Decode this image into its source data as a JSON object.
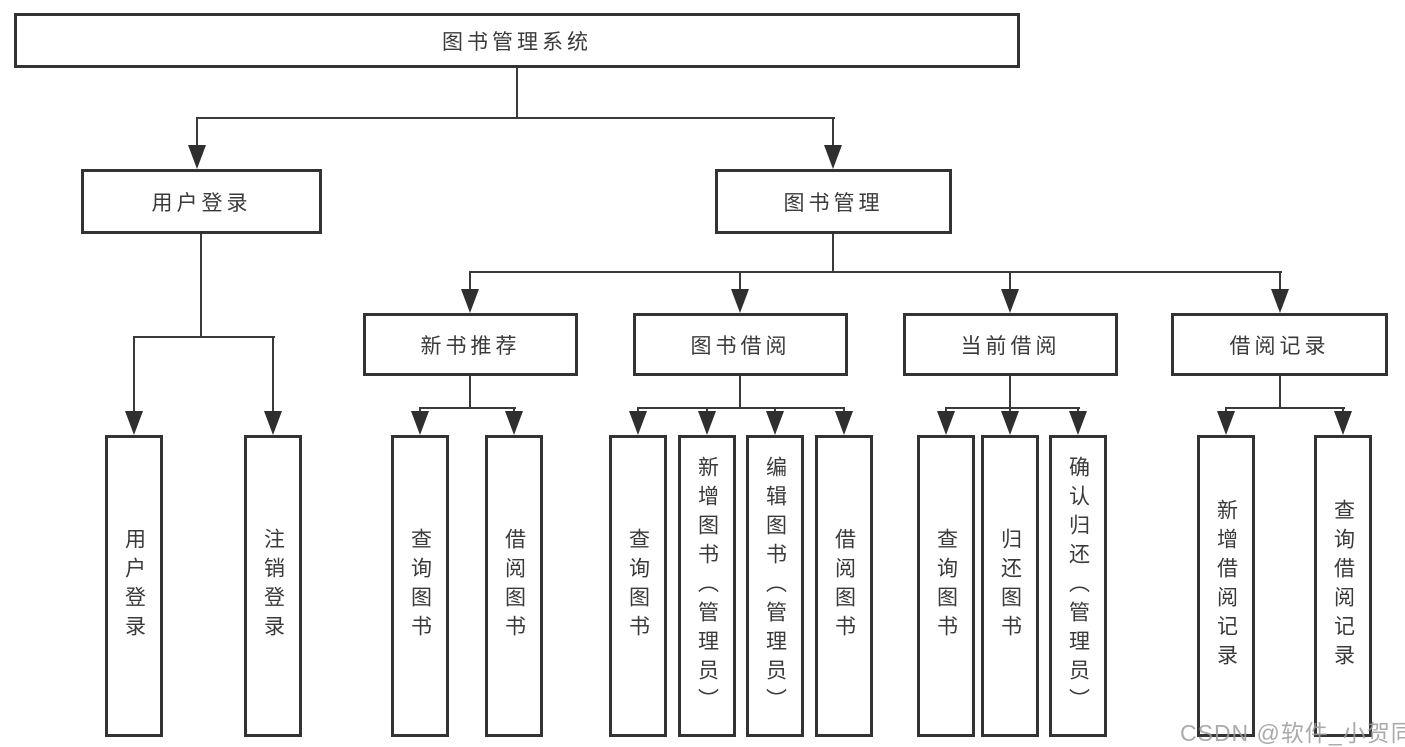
{
  "diagram": {
    "root": {
      "label": "图书管理系统"
    },
    "branches": [
      {
        "label": "用户登录",
        "children": [
          "用户登录",
          "注销登录"
        ]
      },
      {
        "label": "图书管理",
        "sections": [
          {
            "label": "新书推荐",
            "children": [
              "查询图书",
              "借阅图书"
            ]
          },
          {
            "label": "图书借阅",
            "children": [
              "查询图书",
              "新增图书（管理员）",
              "编辑图书（管理员）",
              "借阅图书"
            ]
          },
          {
            "label": "当前借阅",
            "children": [
              "查询图书",
              "归还图书",
              "确认归还（管理员）"
            ]
          },
          {
            "label": "借阅记录",
            "children": [
              "新增借阅记录",
              "查询借阅记录"
            ]
          }
        ]
      }
    ]
  },
  "watermark": {
    "text": "CSDN @软件_小贺同学"
  },
  "colors": {
    "line": "#3a3a3a",
    "border": "#333333",
    "text": "#3a3a3a",
    "background": "#ffffff",
    "watermark": "#9c9c9c"
  }
}
